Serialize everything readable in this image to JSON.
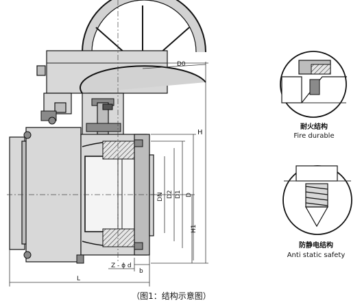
{
  "labels": {
    "D0": "D0",
    "H": "H",
    "H1": "H1",
    "DN": "DN",
    "D2": "D2",
    "D1": "D1",
    "D": "D",
    "Zd": "Z - ϕ d",
    "b": "b",
    "L": "L"
  },
  "details": {
    "fire": {
      "title_cn": "耐火结构",
      "title_en": "Fire durable"
    },
    "antistatic": {
      "title_cn": "防静电结构",
      "title_en": "Anti static safety"
    }
  },
  "caption": "（图1：结构示意图）"
}
